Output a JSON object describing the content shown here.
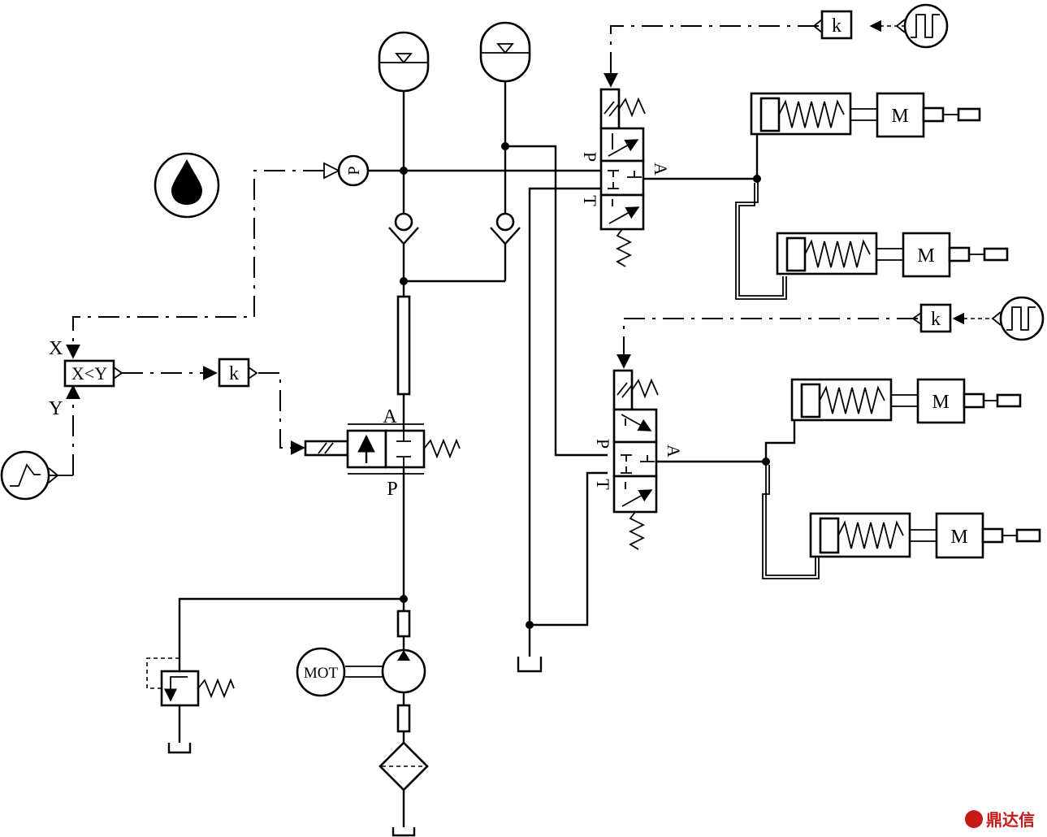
{
  "diagram": {
    "labels": {
      "x_in": "X",
      "y_in": "Y",
      "comparator": "X<Y",
      "gain_main": "k",
      "gain_upper": "k",
      "gain_lower": "k",
      "pressure_sensor": "P",
      "prop_valve_A": "A",
      "prop_valve_P": "P",
      "upper_valve_P": "P",
      "upper_valve_T": "T",
      "upper_valve_A": "A",
      "lower_valve_P": "P",
      "lower_valve_T": "T",
      "lower_valve_A": "A",
      "motor": "MOT",
      "brake_1_motor": "M",
      "brake_2_motor": "M",
      "brake_3_motor": "M",
      "brake_4_motor": "M"
    },
    "watermark": "鼎达信",
    "colors": {
      "line": "#000000",
      "watermark": "#c41a1a"
    }
  }
}
